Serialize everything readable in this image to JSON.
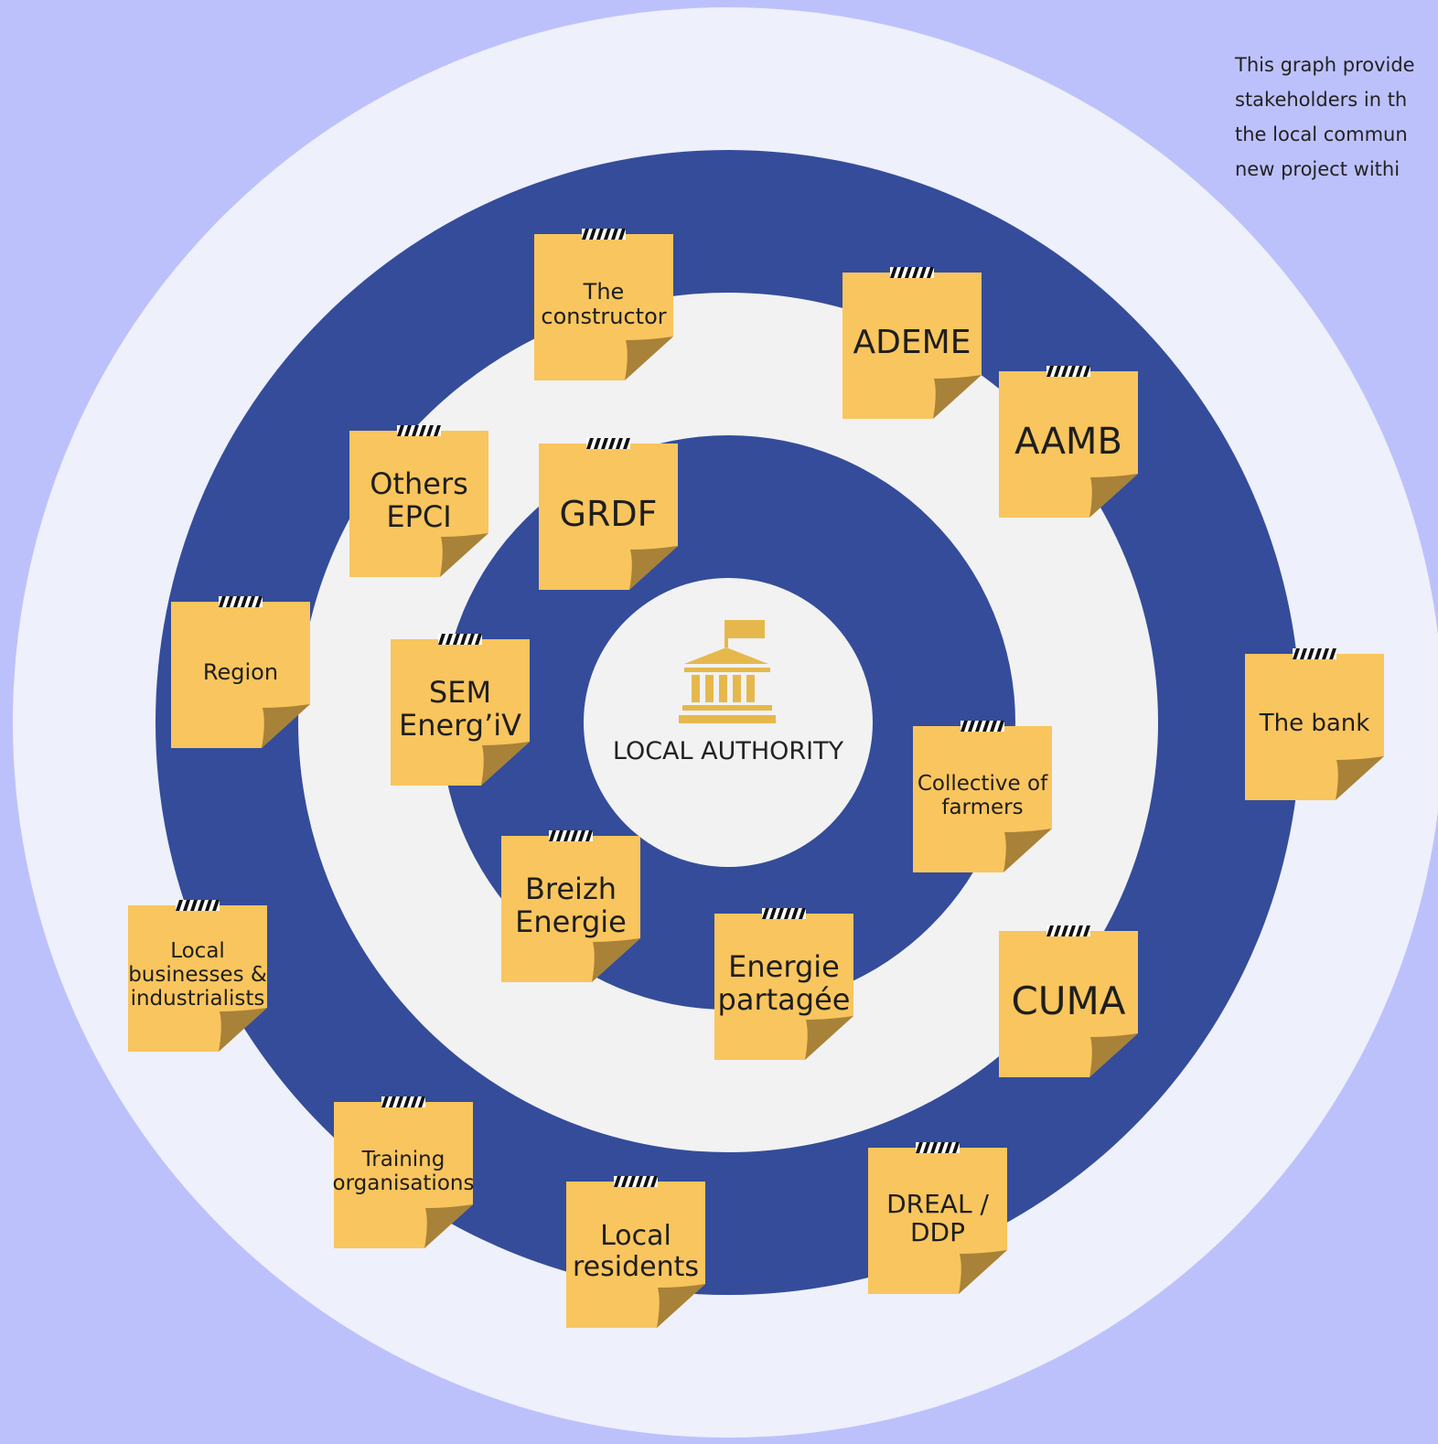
{
  "description": "This graph provide\nstakeholders in th\nthe local commun\nnew project withi",
  "center": {
    "label": "LOCAL AUTHORITY",
    "icon": "government-building-icon"
  },
  "colors": {
    "background": "#bdc1fb",
    "outer_ring": "#eef0fb",
    "blue_ring": "#344c9a",
    "light_ring": "#f2f2f3",
    "sticky_note": "#f9c55e",
    "note_curl": "#a88238",
    "icon_gold": "#e6b84c"
  },
  "notes": [
    {
      "id": "the-constructor",
      "label": "The\nconstructor"
    },
    {
      "id": "ademe",
      "label": "ADEME"
    },
    {
      "id": "aamb",
      "label": "AAMB"
    },
    {
      "id": "others-epci",
      "label": "Others\nEPCI"
    },
    {
      "id": "grdf",
      "label": "GRDF"
    },
    {
      "id": "region",
      "label": "Region"
    },
    {
      "id": "sem-energiv",
      "label": "SEM\nEnerg’iV"
    },
    {
      "id": "the-bank",
      "label": "The bank"
    },
    {
      "id": "collective-of-farmers",
      "label": "Collective of\nfarmers"
    },
    {
      "id": "breizh-energie",
      "label": "Breizh\nEnergie"
    },
    {
      "id": "local-businesses",
      "label": "Local\nbusinesses &\nindustrialists"
    },
    {
      "id": "energie-partagee",
      "label": "Energie\npartagée"
    },
    {
      "id": "cuma",
      "label": "CUMA"
    },
    {
      "id": "training-organisations",
      "label": "Training\norganisations"
    },
    {
      "id": "local-residents",
      "label": "Local\nresidents"
    },
    {
      "id": "dreal-ddp",
      "label": "DREAL /\nDDP"
    }
  ]
}
